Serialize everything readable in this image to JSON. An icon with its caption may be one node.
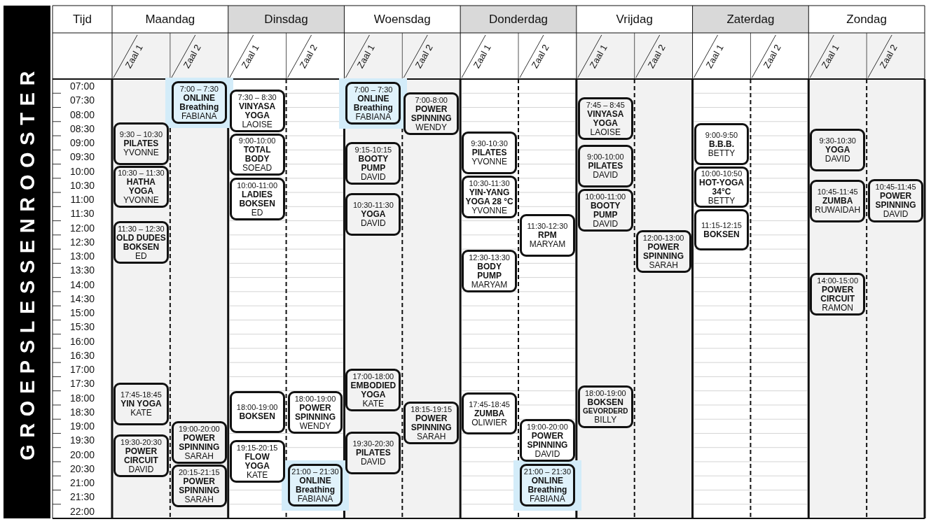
{
  "diagram": {
    "title": "GROEPSLESSENROOSTER",
    "nodes": [
      {
        "text": [
          "9:30 – 10:30",
          "PILATES",
          "YVONNE"
        ]
      },
      {
        "text": [
          "10:30 – 11:30",
          "HATHA YOGA",
          "YVONNE"
        ]
      },
      {
        "text": [
          "11:30 – 12:30",
          "OLD DUDES BOKSEN",
          "ED"
        ]
      },
      {
        "text": [
          "17:45-18:45",
          "YIN YOGA",
          "KATE"
        ]
      },
      {
        "text": [
          "19:30-20:30",
          "POWER CIRCUIT",
          "DAVID"
        ]
      },
      {
        "text": [
          "7:00 – 7:30",
          "ONLINE Breathing",
          "FABIANA"
        ]
      },
      {
        "text": [
          "19:00-20:00",
          "POWER SPINNING",
          "SARAH"
        ]
      },
      {
        "text": [
          "20:15-21:15",
          "POWER SPINNING",
          "SARAH"
        ]
      },
      {
        "text": [
          "7:30 – 8:30",
          "VINYASA YOGA",
          "LAOISE"
        ]
      },
      {
        "text": [
          "9:00-10:00",
          "TOTAL BODY",
          "SOEAD"
        ]
      },
      {
        "text": [
          "10:00-11:00",
          "LADIES BOKSEN",
          "ED"
        ]
      },
      {
        "text": [
          "18:00-19:00",
          "BOKSEN"
        ]
      },
      {
        "text": [
          "19:15-20:15",
          "FLOW YOGA",
          "KATE"
        ]
      },
      {
        "text": [
          "18:00-19:00",
          "POWER SPINNING",
          "WENDY"
        ]
      },
      {
        "text": [
          "21:00 – 21:30",
          "ONLINE Breathing",
          "FABIANA"
        ]
      },
      {
        "text": [
          "7:00 – 7:30",
          "ONLINE Breathing",
          "FABIANA"
        ]
      },
      {
        "text": [
          "9:15-10:15",
          "BOOTY PUMP",
          "DAVID"
        ]
      },
      {
        "text": [
          "10:30-11:30",
          "YOGA",
          "DAVID"
        ]
      },
      {
        "text": [
          "17:00-18:00",
          "EMBODIED YOGA",
          "KATE"
        ]
      },
      {
        "text": [
          "19:30-20:30",
          "PILATES",
          "DAVID"
        ]
      },
      {
        "text": [
          "7:00-8:00",
          "POWER SPINNING",
          "WENDY"
        ]
      },
      {
        "text": [
          "18:15-19:15",
          "POWER SPINNING",
          "SARAH"
        ]
      },
      {
        "text": [
          "9:30-10:30",
          "PILATES",
          "YVONNE"
        ]
      },
      {
        "text": [
          "10:30-11:30",
          "YIN-YANG YOGA 28 °C",
          "YVONNE"
        ]
      },
      {
        "text": [
          "12:30-13:30",
          "BODY PUMP",
          "MARYAM"
        ]
      },
      {
        "text": [
          "17:45-18:45",
          "ZUMBA",
          "OLIWIER"
        ]
      },
      {
        "text": [
          "11:30-12:30",
          "RPM",
          "MARYAM"
        ]
      },
      {
        "text": [
          "19:00-20:00",
          "POWER SPINNING",
          "DAVID"
        ]
      },
      {
        "text": [
          "21:00 – 21:30",
          "ONLINE Breathing",
          "FABIANA"
        ]
      },
      {
        "text": [
          "7:45 – 8:45",
          "VINYASA YOGA",
          "LAOISE"
        ]
      },
      {
        "text": [
          "9:00-10:00",
          "PILATES",
          "DAVID"
        ]
      },
      {
        "text": [
          "10:00-11:00",
          "BOOTY PUMP",
          "DAVID"
        ]
      },
      {
        "text": [
          "18:00-19:00",
          "BOKSEN",
          "GEVORDERD",
          "BILLY"
        ]
      },
      {
        "text": [
          "12:00-13:00",
          "POWER SPINNING",
          "SARAH"
        ]
      },
      {
        "text": [
          "9:00-9:50",
          "B.B.B.",
          "BETTY"
        ]
      },
      {
        "text": [
          "10:00-10:50",
          "HOT-YOGA 34°C",
          "BETTY"
        ]
      },
      {
        "text": [
          "11:15-12:15",
          "BOKSEN"
        ]
      },
      {
        "text": [
          "9:30-10:30",
          "YOGA",
          "DAVID"
        ]
      },
      {
        "text": [
          "10:45-11:45",
          "ZUMBA",
          "RUWAIDAH"
        ]
      },
      {
        "text": [
          "14:00-15:00",
          "POWER CIRCUIT",
          "RAMON"
        ]
      },
      {
        "text": [
          "10:45-11:45",
          "POWER SPINNING",
          "DAVID"
        ]
      }
    ],
    "labels": [
      "Tijd",
      "Maandag",
      "Dinsdag",
      "Woensdag",
      "Donderdag",
      "Vrijdag",
      "Zaterdag",
      "Zondag",
      "Zaal 1",
      "Zaal 2",
      "Zaal 1",
      "Zaal 2",
      "Zaal 1",
      "Zaal 2",
      "Zaal 1",
      "Zaal 2",
      "Zaal 1",
      "Zaal 2",
      "Zaal 1",
      "Zaal 2",
      "Zaal 1",
      "Zaal 2",
      "07:00",
      "07:30",
      "08:00",
      "08:30",
      "09:00",
      "09:30",
      "10:00",
      "10:30",
      "11:00",
      "11:30",
      "12:00",
      "12:30",
      "13:00",
      "13:30",
      "14:00",
      "14:30",
      "15:00",
      "15:30",
      "16:00",
      "16:30",
      "17:00",
      "17:30",
      "18:00",
      "18:30",
      "19:00",
      "19:30",
      "20:00",
      "20:30",
      "21:00",
      "21:30",
      "22:00"
    ]
  }
}
